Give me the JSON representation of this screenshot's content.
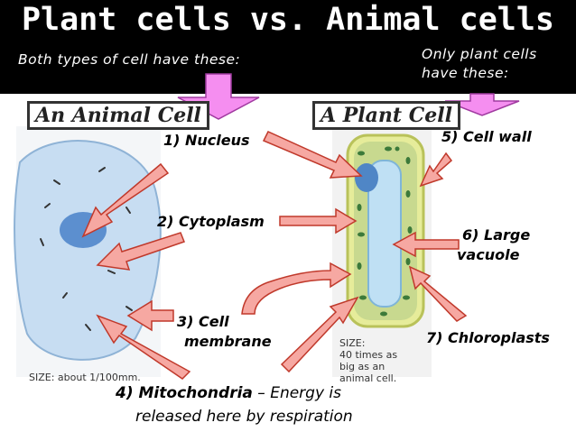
{
  "header": {
    "title": "Plant cells vs. Animal cells",
    "both_text": "Both types of cell have these:",
    "only_plant_line1": "Only plant cells",
    "only_plant_line2": "have these:"
  },
  "panels": {
    "animal_label": "An Animal Cell",
    "plant_label": "A Plant Cell",
    "animal_size": "SIZE: about 1/100mm.",
    "plant_size_line1": "SIZE:",
    "plant_size_line2": "40 times as",
    "plant_size_line3": "big as an",
    "plant_size_line4": "animal cell."
  },
  "callouts": {
    "nucleus": "1) Nucleus",
    "cytoplasm": "2) Cytoplasm",
    "membrane_line1": "3) Cell",
    "membrane_line2": "membrane",
    "mito_num": "4) Mitochondria",
    "mito_rest": " – Energy is",
    "mito_line2": "released here by respiration",
    "cell_wall": "5) Cell wall",
    "vacuole_line1": "6)  Large",
    "vacuole_line2": "vacuole",
    "chloroplasts": "7) Chloroplasts"
  },
  "colors": {
    "header_bg": "#000000",
    "arrow_fill": "#f6a8a2",
    "arrow_stroke": "#c0392b",
    "down_arrow_fill": "#f58ef0",
    "down_arrow_stroke": "#a03aa0",
    "animal_cell_fill": "#c7ddf2",
    "plant_wall_fill": "#e6ec9a",
    "plant_cyto_fill": "#c8d98f",
    "vacuole_fill": "#bfe0f4",
    "chloroplast": "#3c7a3a"
  }
}
